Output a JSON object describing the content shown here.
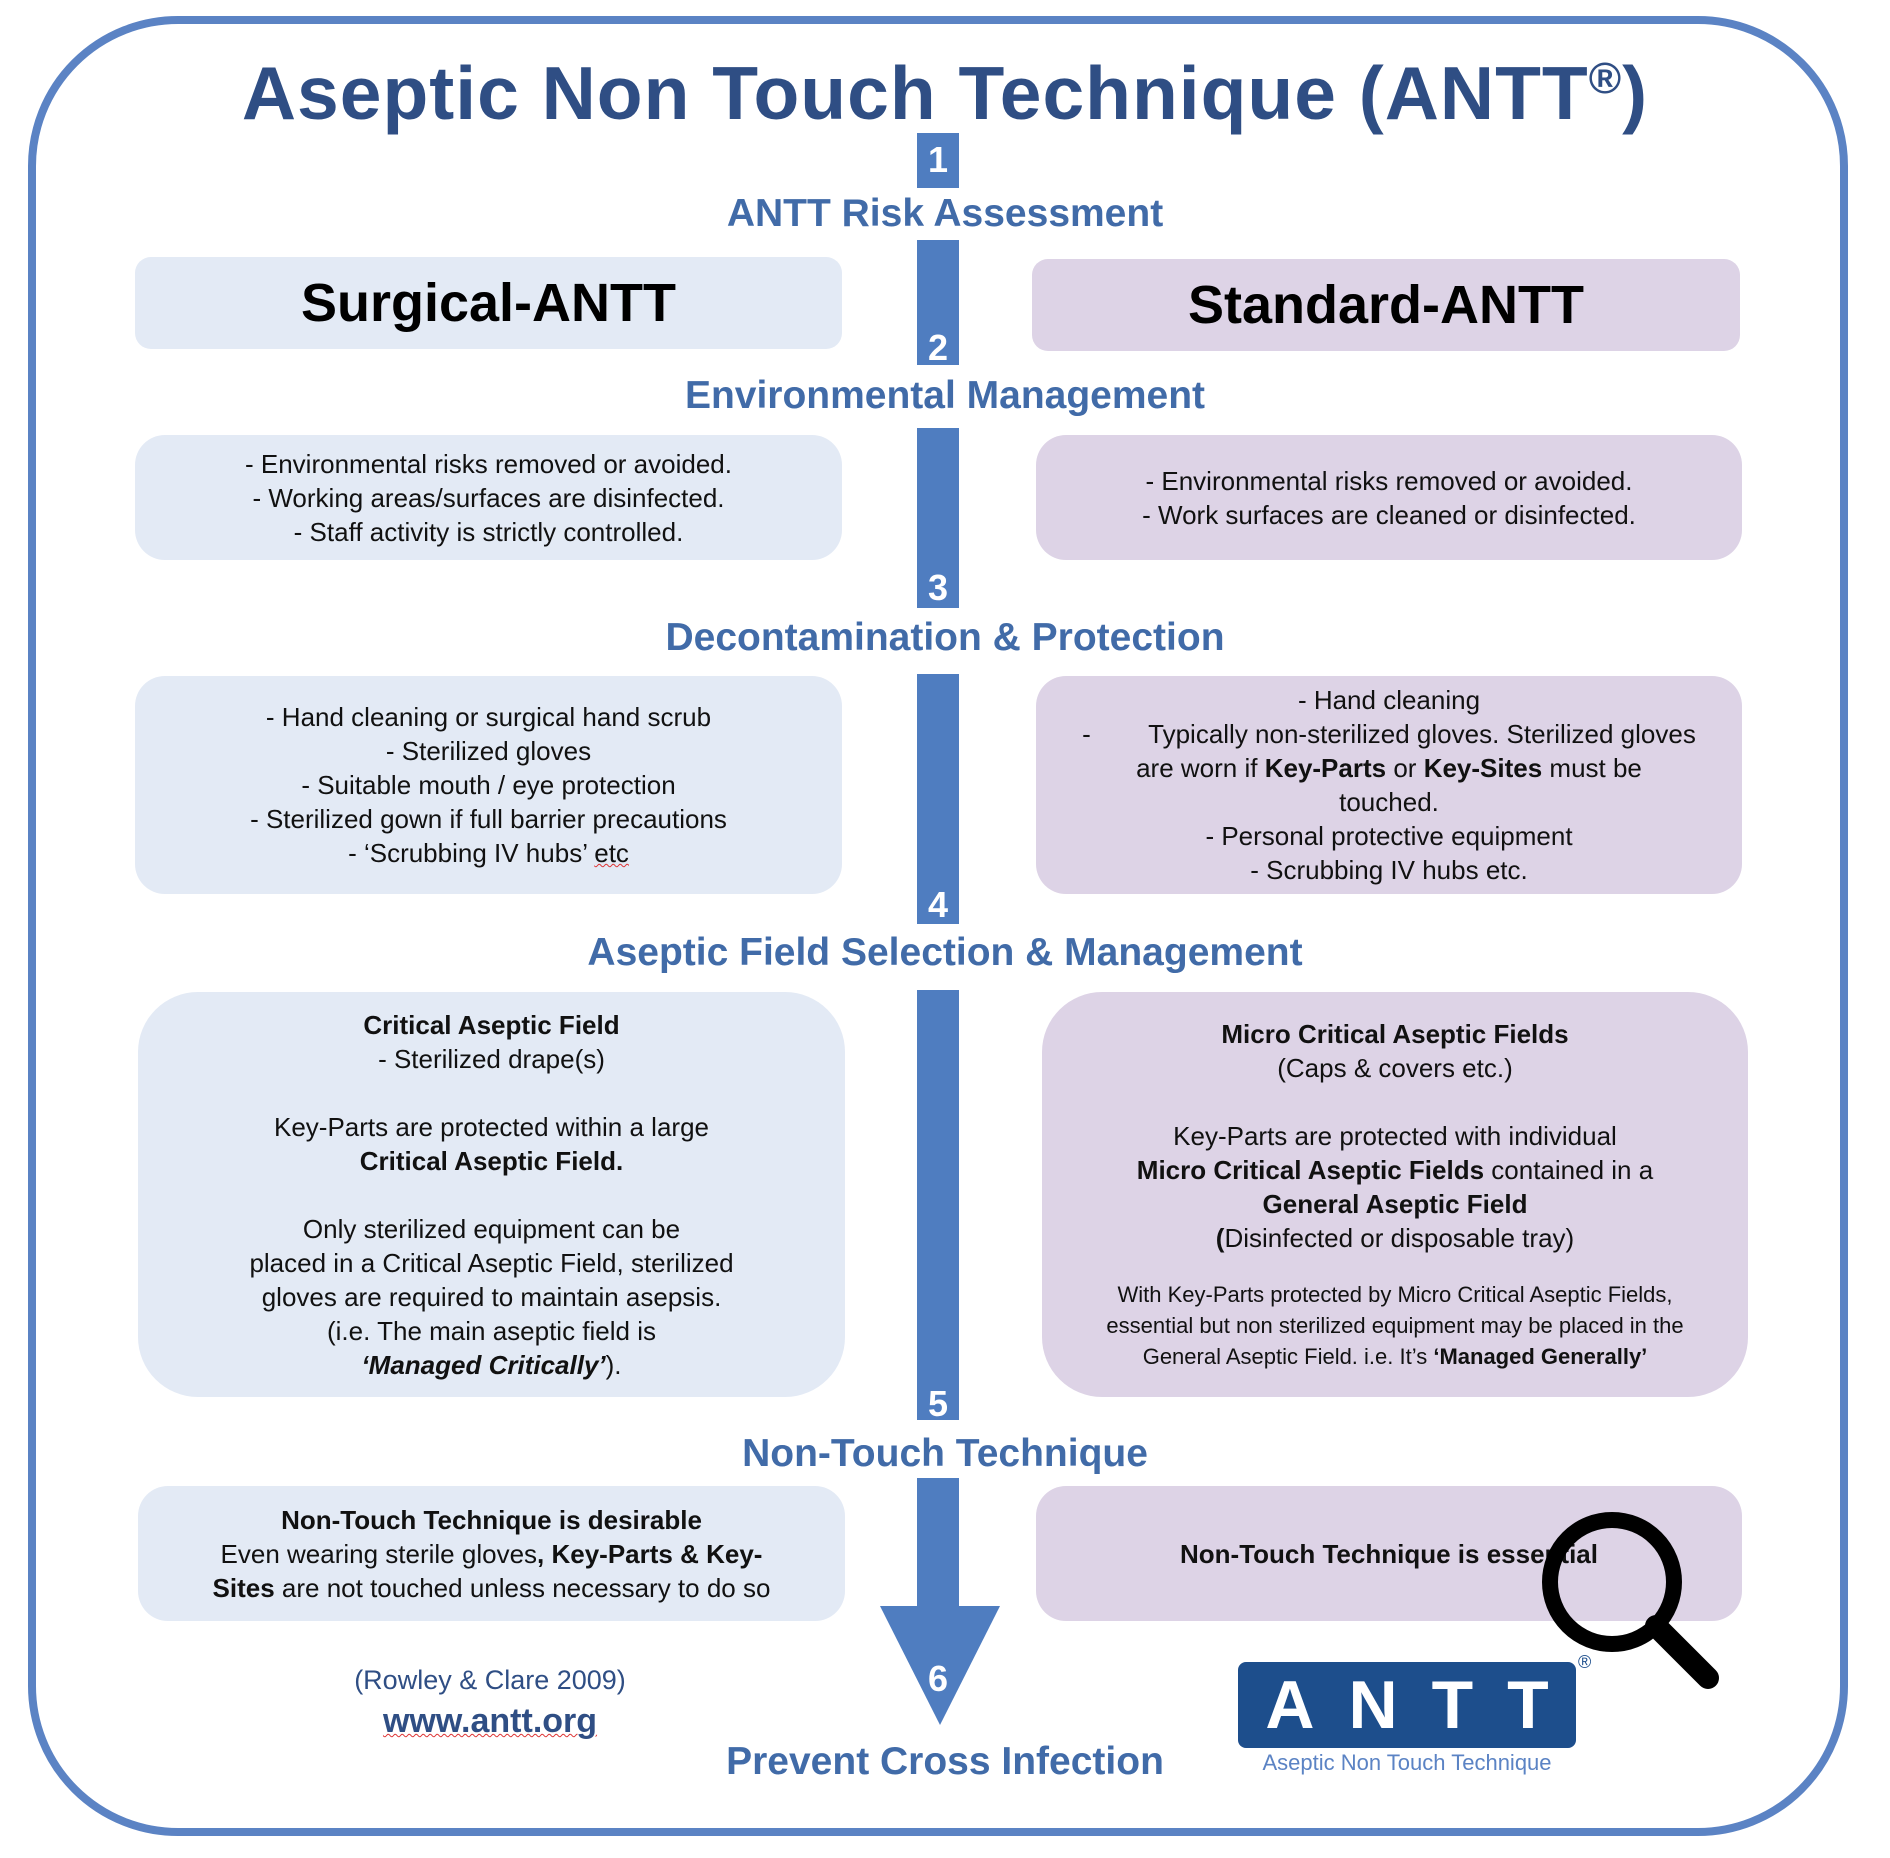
{
  "title": "Aseptic Non Touch Technique (ANTT",
  "title_reg": "®",
  "title_close": ")",
  "steps": [
    {
      "num": "1",
      "heading": "ANTT Risk Assessment"
    },
    {
      "num": "2",
      "heading": "Environmental Management"
    },
    {
      "num": "3",
      "heading": "Decontamination & Protection"
    },
    {
      "num": "4",
      "heading": "Aseptic Field Selection & Management"
    },
    {
      "num": "5",
      "heading": "Non-Touch Technique"
    },
    {
      "num": "6",
      "heading": "Prevent Cross Infection"
    }
  ],
  "columns": {
    "surgical": "Surgical-ANTT",
    "standard": "Standard-ANTT"
  },
  "environmental": {
    "surgical": [
      "- Environmental risks removed or avoided.",
      "- Working areas/surfaces are disinfected.",
      "- Staff activity is strictly controlled."
    ],
    "standard": [
      "- Environmental risks removed or avoided.",
      "- Work surfaces are cleaned or disinfected."
    ]
  },
  "decontamination": {
    "surgical": [
      "- Hand cleaning or surgical hand scrub",
      "- Sterilized gloves",
      "- Suitable mouth / eye protection",
      "- Sterilized gown if full barrier precautions",
      "- ‘Scrubbing IV hubs’ ",
      "etc"
    ],
    "standard": {
      "l1": "- Hand cleaning",
      "l2": "-        Typically non-sterilized gloves. Sterilized gloves",
      "l3a": "are worn if ",
      "l3b": "Key-Parts",
      "l3c": " or ",
      "l3d": "Key-Sites",
      "l3e": " must be",
      "l4": "touched.",
      "l5": "- Personal protective equipment",
      "l6": "- Scrubbing IV hubs etc."
    }
  },
  "aseptic_field": {
    "surgical": {
      "h": "Critical Aseptic Field",
      "l1": "- Sterilized drape(s)",
      "l2": "Key-Parts are protected within a large",
      "l3": "Critical Aseptic Field.",
      "l4": "Only sterilized equipment can be",
      "l5": "placed in a Critical Aseptic Field, sterilized",
      "l6": "gloves are required to maintain asepsis.",
      "l7": "(i.e. The main aseptic field is",
      "l8": "‘Managed Critically’",
      "l8b": ")."
    },
    "standard": {
      "h": "Micro Critical Aseptic Fields",
      "l1": "(Caps & covers etc.)",
      "l2": "Key-Parts are protected with individual",
      "l3a": "Micro Critical Aseptic Fields",
      "l3b": " contained in a",
      "l4": "General Aseptic Field",
      "l5a": "(",
      "l5b": "Disinfected or disposable tray)",
      "s1": "With Key-Parts protected by Micro Critical Aseptic Fields,",
      "s2": "essential but non sterilized equipment may be placed in the",
      "s3a": "General Aseptic Field. i.e. It’s ",
      "s3b": "‘Managed Generally’"
    }
  },
  "non_touch": {
    "surgical": {
      "h": "Non-Touch Technique is desirable",
      "l1a": "Even wearing sterile gloves",
      "l1b": ", Key-Parts & Key-",
      "l2a": "Sites",
      "l2b": " are not touched unless necessary to do so"
    },
    "standard": "Non-Touch Technique is essential"
  },
  "citation": "(Rowley & Clare 2009)",
  "url": "www.antt.org",
  "logo": {
    "text": "ANTT",
    "reg": "®",
    "sub": "Aseptic Non Touch Technique"
  },
  "icons": {
    "zoom": "magnifier-icon"
  },
  "colors": {
    "frame": "#5b83c4",
    "title": "#2f4e84",
    "heading": "#416ba8",
    "arrow": "#4f7dc0",
    "surgical_box": "#e3eaf5",
    "standard_box": "#ddd3e6"
  }
}
